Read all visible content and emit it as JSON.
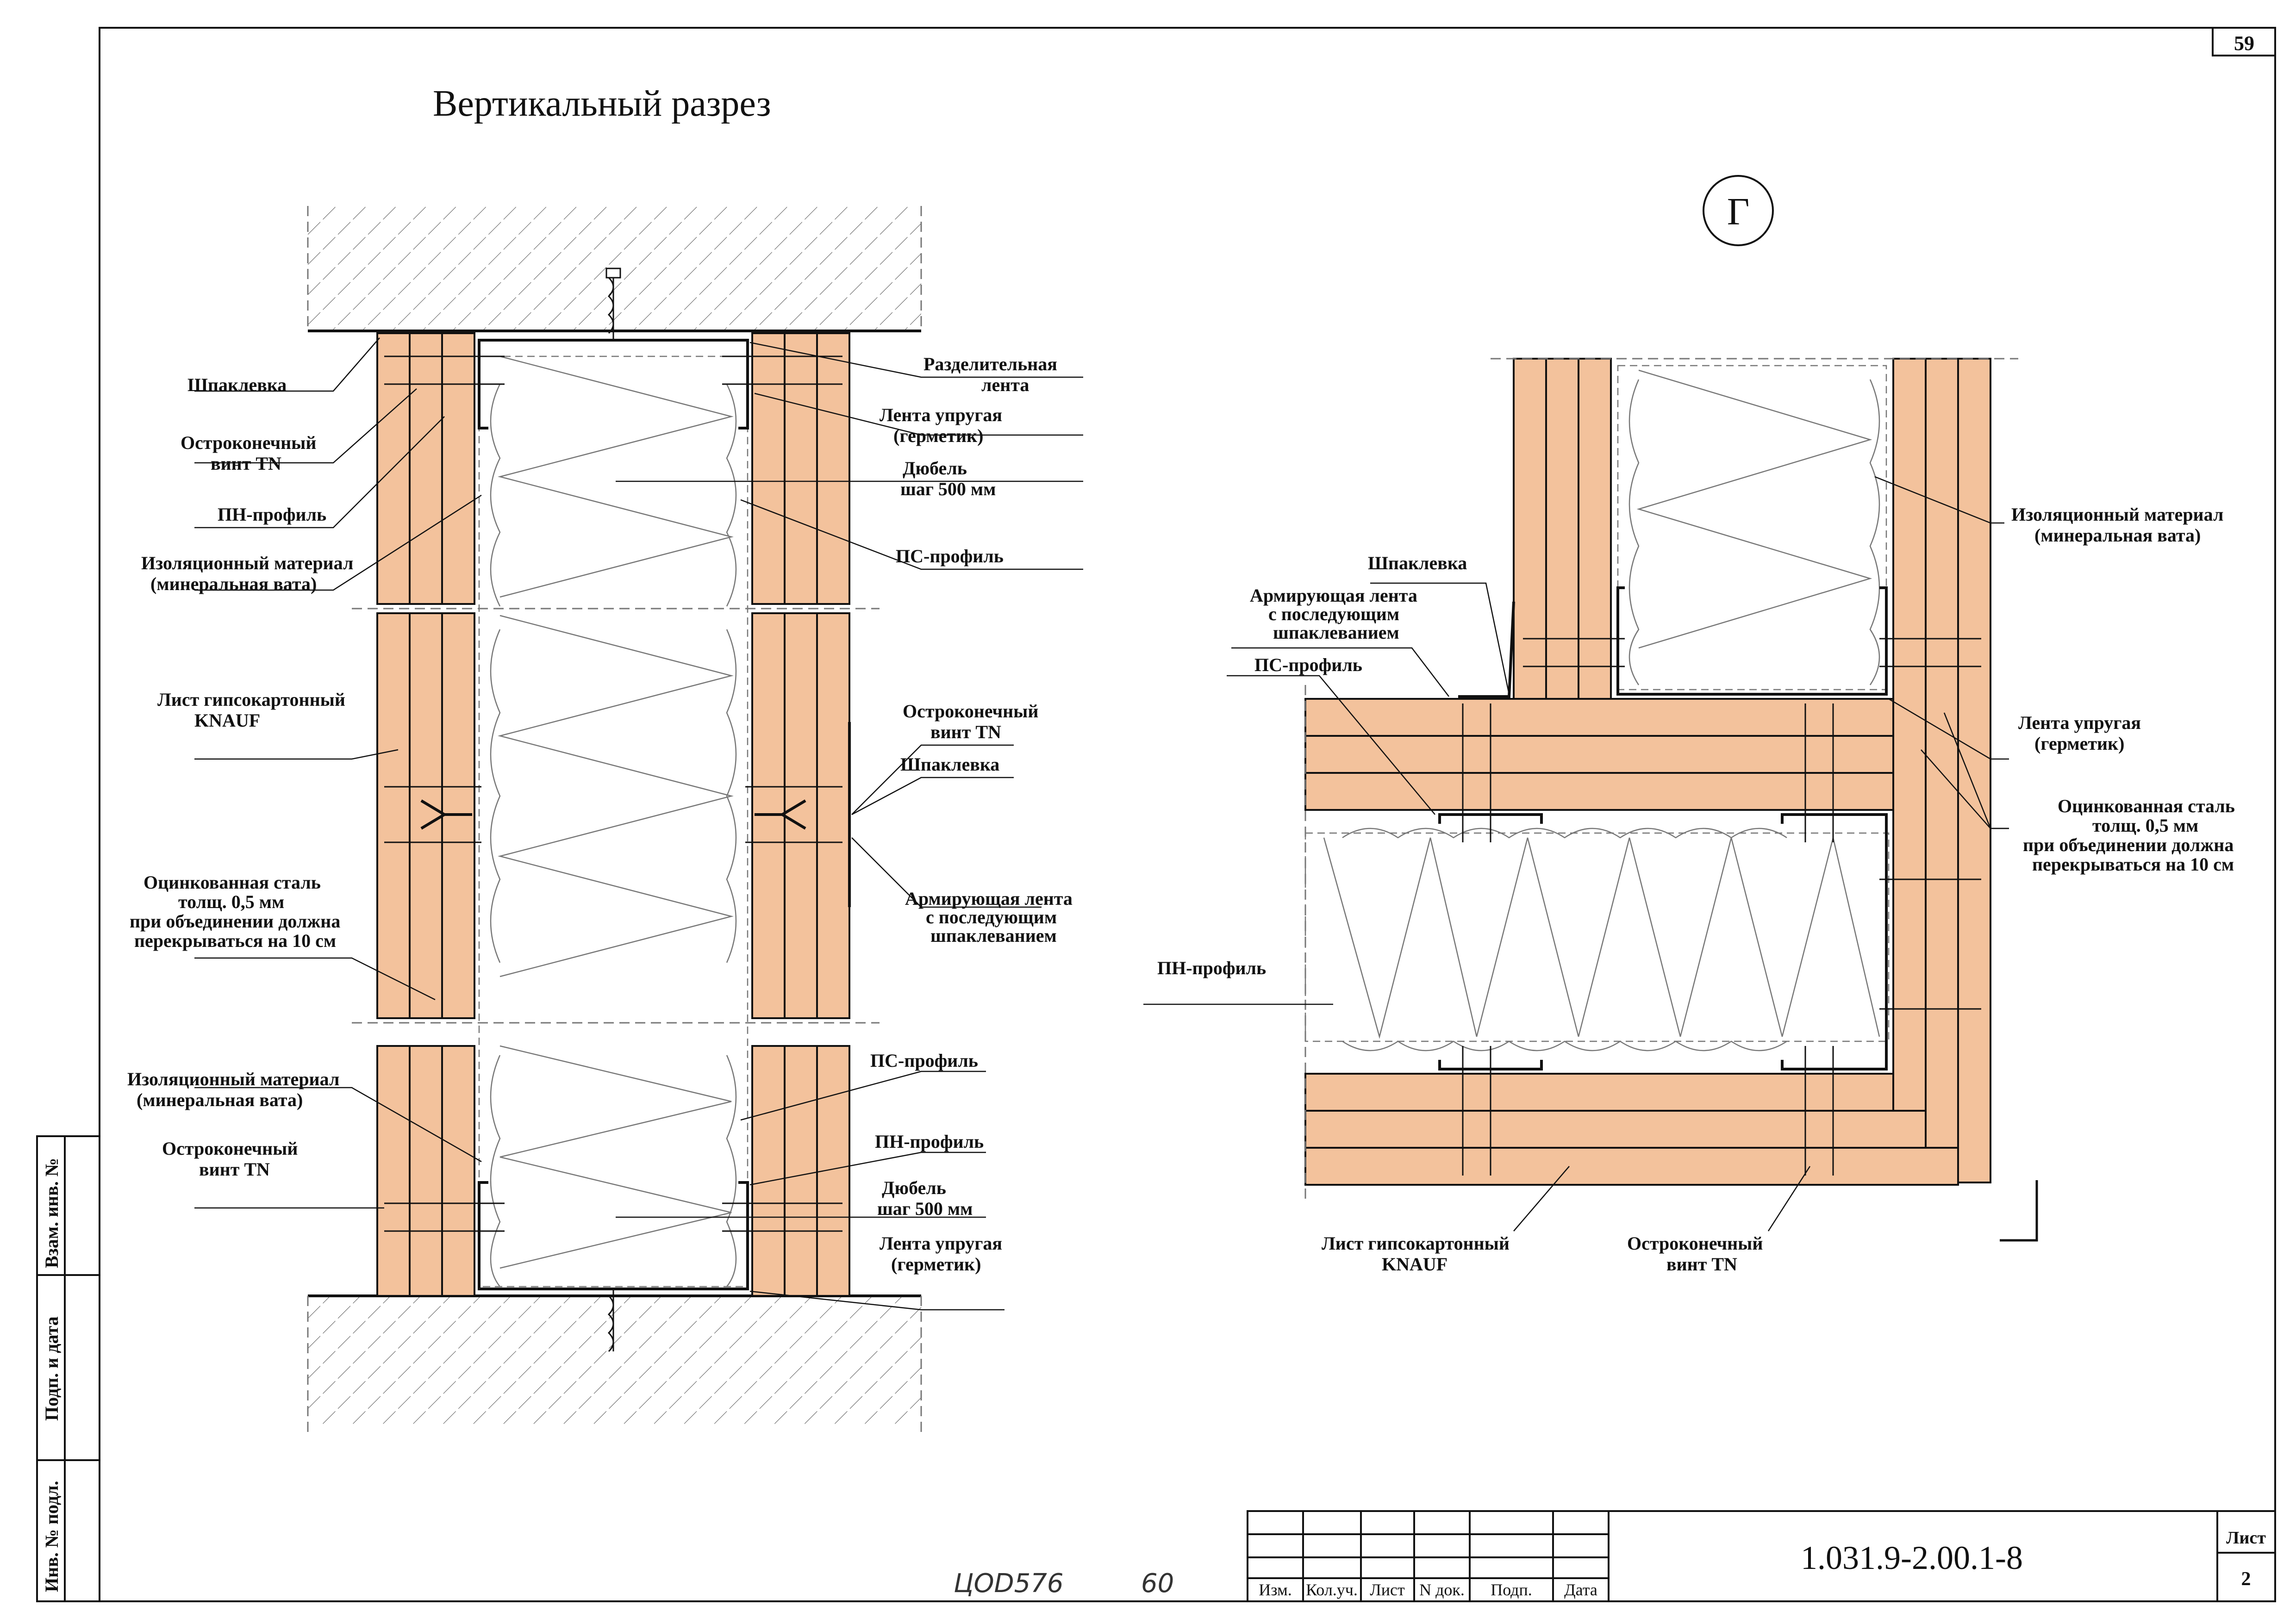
{
  "sheet_number": "59",
  "title": "Вертикальный разрез",
  "detail_mark": "Г",
  "left_labels": {
    "shpaklevka_top": "Шпаклевка",
    "vint_top_1": "Остроконечный",
    "vint_top_2": "винт TN",
    "pn_top": "ПН-профиль",
    "izol_top_1": "Изоляционный материал",
    "izol_top_2": "(минеральная вата)",
    "gkl_1": "Лист гипсокартонный",
    "gkl_2": "KNAUF",
    "stal_1": "Оцинкованная сталь",
    "stal_2": "толщ. 0,5 мм",
    "stal_3": "при объединении должна",
    "stal_4": "перекрываться на 10 см",
    "izol_bot_1": "Изоляционный материал",
    "izol_bot_2": "(минеральная вата)",
    "vint_bot_1": "Остроконечный",
    "vint_bot_2": "винт TN"
  },
  "mid_labels": {
    "razd_1": "Разделительная",
    "razd_2": "лента",
    "lenta_1": "Лента упругая",
    "lenta_2": "(герметик)",
    "dubel_1": "Дюбель",
    "dubel_2": "шаг 500 мм",
    "ps_top": "ПС-профиль",
    "vint_1": "Остроконечный",
    "vint_2": "винт TN",
    "shpaklevka": "Шпаклевка",
    "arm_1": "Армирующая лента",
    "arm_2": "с последующим",
    "arm_3": "шпаклеванием",
    "ps_bot": "ПС-профиль",
    "pn_bot": "ПН-профиль",
    "dubel_b1": "Дюбель",
    "dubel_b2": "шаг 500 мм",
    "lenta_b1": "Лента упругая",
    "lenta_b2": "(герметик)"
  },
  "right_labels": {
    "izol_1": "Изоляционный материал",
    "izol_2": "(минеральная вата)",
    "shpaklevka": "Шпаклевка",
    "arm_1": "Армирующая лента",
    "arm_2": "с последующим",
    "arm_3": "шпаклеванием",
    "ps": "ПС-профиль",
    "lenta_1": "Лента упругая",
    "lenta_2": "(герметик)",
    "stal_1": "Оцинкованная сталь",
    "stal_2": "толщ. 0,5 мм",
    "stal_3": "при объединении должна",
    "stal_4": "перекрываться на 10 см",
    "pn": "ПН-профиль",
    "gkl_1": "Лист гипсокартонный",
    "gkl_2": "KNAUF",
    "vint_1": "Остроконечный",
    "vint_2": "винт TN"
  },
  "side_stamp": [
    "Взам. инв. №",
    "Подп. и дата",
    "Инв. № подл."
  ],
  "title_block": {
    "columns": [
      "Изм.",
      "Кол.уч.",
      "Лист",
      "N док.",
      "Подп.",
      "Дата"
    ],
    "doc_code": "1.031.9-2.00.1-8",
    "list_label": "Лист",
    "list_value": "2"
  },
  "handwritten": [
    "ЦОD576",
    "60"
  ],
  "colors": {
    "board": "#f3c29c",
    "line": "#111111",
    "hatch": "#555555"
  }
}
